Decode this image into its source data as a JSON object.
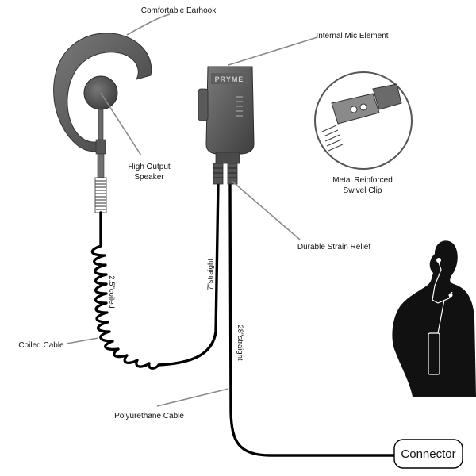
{
  "labels": {
    "earhook": "Comfortable Earhook",
    "mic": "Internal Mic Element",
    "speaker_line1": "High Output",
    "speaker_line2": "Speaker",
    "clip_line1": "Metal Reinforced",
    "clip_line2": "Swivel Clip",
    "strain": "Durable Strain Relief",
    "coiled_cable": "Coiled Cable",
    "poly_cable": "Polyurethane Cable"
  },
  "cable_lengths": {
    "coiled": "2.5\"coiled",
    "straight_7": "7\"straight",
    "straight_28": "28\"straight"
  },
  "brand": "PRYME",
  "connector": "Connector",
  "colors": {
    "product_gray": "#555555",
    "leader_gray": "#8a8a8a",
    "silhouette": "#111111",
    "wire": "#000000"
  },
  "icons": [
    "earhook",
    "speaker",
    "mic-body",
    "swivel-clip",
    "person-silhouette",
    "connector-box"
  ]
}
